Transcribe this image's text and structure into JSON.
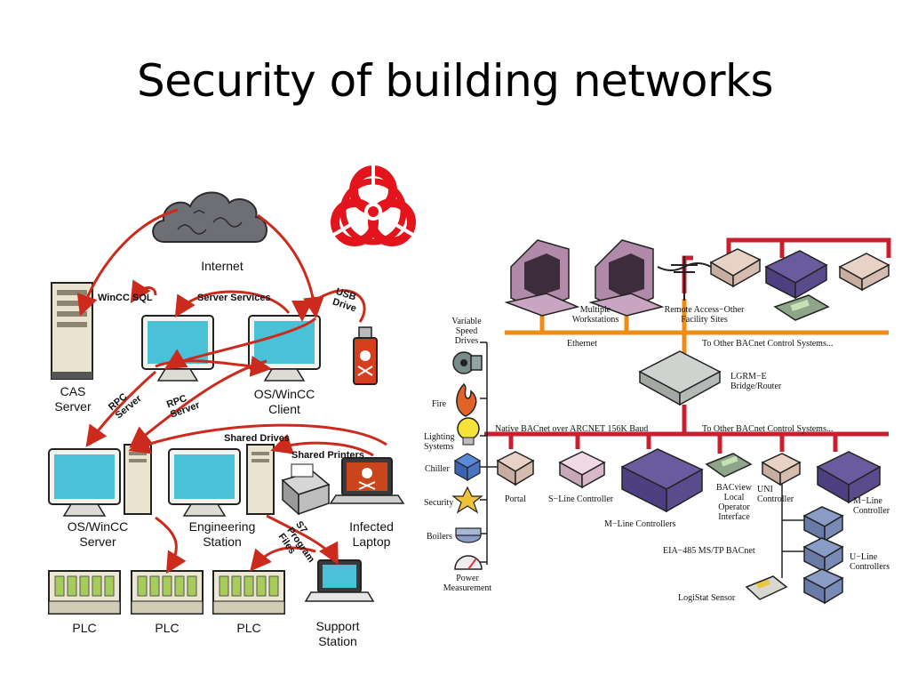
{
  "title": "Security of building networks",
  "left": {
    "internet": "Internet",
    "wincc_sql": "WinCC SQL",
    "server_services": "Server Services",
    "usb_drive_1": "USB",
    "usb_drive_2": "Drive",
    "cas_server_1": "CAS",
    "cas_server_2": "Server",
    "rpc_server_a_1": "RPC",
    "rpc_server_a_2": "Server",
    "rpc_server_b_1": "RPC",
    "rpc_server_b_2": "Server",
    "os_client_1": "OS/WinCC",
    "os_client_2": "Client",
    "shared_drives": "Shared Drives",
    "shared_printers": "Shared Printers",
    "os_server_1": "OS/WinCC",
    "os_server_2": "Server",
    "eng_station_1": "Engineering",
    "eng_station_2": "Station",
    "infected_laptop_1": "Infected",
    "infected_laptop_2": "Laptop",
    "s7_files_1": "S7",
    "s7_files_2": "Program",
    "s7_files_3": "Files",
    "plc_1": "PLC",
    "plc_2": "PLC",
    "plc_3": "PLC",
    "support_station_1": "Support",
    "support_station_2": "Station"
  },
  "right": {
    "variable_speed_1": "Variable",
    "variable_speed_2": "Speed",
    "variable_speed_3": "Drives",
    "fire": "Fire",
    "lighting_1": "Lighting",
    "lighting_2": "Systems",
    "chiller": "Chiller",
    "security": "Security",
    "boilers": "Boilers",
    "power_1": "Power",
    "power_2": "Measurement",
    "multiple_ws_1": "Multiple",
    "multiple_ws_2": "Workstations",
    "remote_access_1": "Remote Access−Other",
    "remote_access_2": "Facility Sites",
    "ethernet": "Ethernet",
    "to_other_1": "To Other BACnet Control Systems...",
    "lgrm_1": "LGRM−E",
    "lgrm_2": "Bridge/Router",
    "native_bacnet": "Native BACnet over ARCNET 156K Baud",
    "to_other_2": "To Other BACnet Control Systems...",
    "portal": "Portal",
    "s_line": "S−Line Controller",
    "m_line_controllers": "M−Line Controllers",
    "bacview_1": "BACview",
    "bacview_2": "Local",
    "bacview_3": "Operator",
    "bacview_4": "Interface",
    "uni_1": "UNI",
    "uni_2": "Controller",
    "m_line_1": "M−Line",
    "m_line_2": "Controller",
    "eia485": "EIA−485 MS/TP BACnet",
    "u_line_1": "U−Line",
    "u_line_2": "Controllers",
    "logistat": "LogiStat Sensor"
  },
  "colors": {
    "arrow_red": "#cc2a1c",
    "biohazard_red": "#e3141b",
    "network_red": "#c8202f",
    "bus_orange": "#f08c12",
    "workstation_purple": "#b28aa9",
    "controller_purple": "#6a5a9e",
    "screen_cyan": "#4cc4d8",
    "plc_green": "#a8cc5a"
  }
}
